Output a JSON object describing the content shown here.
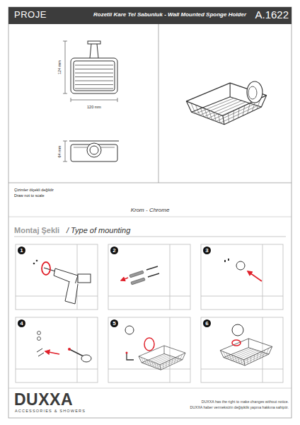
{
  "diagram": {
    "title": "Rozetli Kare Tel Sabunluk - Wall Mounted Sponge Holder",
    "nodes": [
      {
        "text": [
          "1"
        ]
      },
      {
        "text": [
          "2"
        ]
      },
      {
        "text": [
          "3"
        ]
      },
      {
        "text": [
          "4"
        ]
      },
      {
        "text": [
          "5"
        ]
      },
      {
        "text": [
          "6"
        ]
      }
    ],
    "labels": [
      "PROJE",
      "A.1622",
      "124 mm",
      "120 mm",
      "64 mm",
      "Çizimler ölçekli değildir",
      "Draw not to scale",
      "Krom - Chrome",
      "Montaj Şekli",
      "/ Type of mounting",
      "DUXXA",
      "ACCESSORIES & SHOWERS",
      "DUXXA has the right to make changes without notice.",
      "DUXXA haber vermeksizin değişiklik yapma hakkına sahiptir."
    ]
  }
}
